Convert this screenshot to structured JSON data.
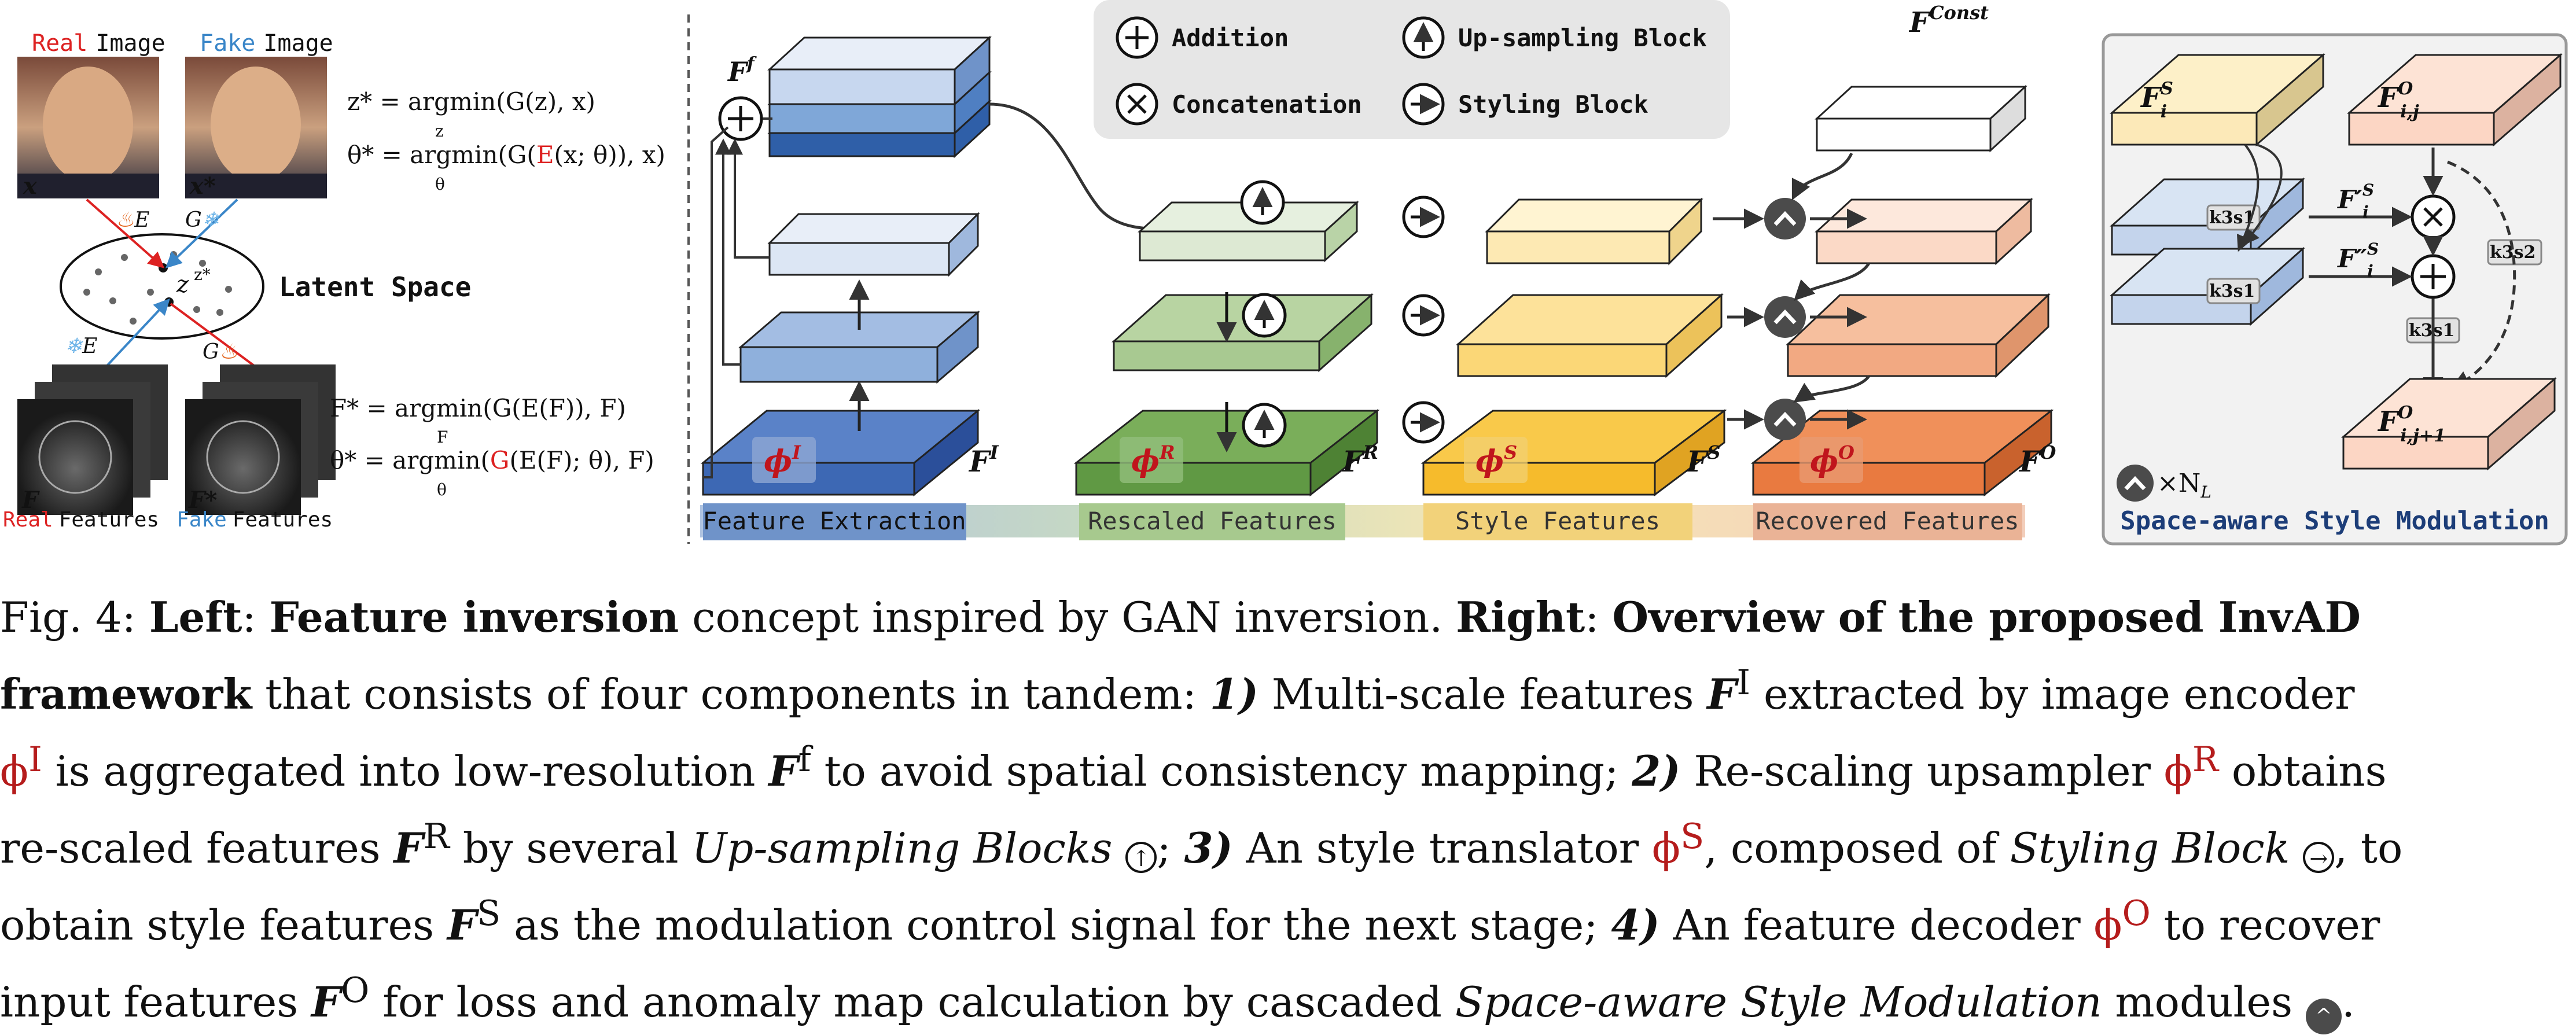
{
  "left_panel": {
    "real_image_word": "Real",
    "real_image_label": "Image",
    "fake_image_word": "Fake",
    "fake_image_label": "Image",
    "x_label": "x",
    "x_star_label": "x*",
    "eq1": "z* = argmin(G(z), x)",
    "eq1_sub": "z",
    "eq2_pre": "θ* = argmin(G(",
    "eq2_red": "E",
    "eq2_post": "(x; θ)), x)",
    "eq2_sub": "θ",
    "latent_space": "Latent Space",
    "z_label": "z",
    "z_star_label": "z*",
    "E_top": "E",
    "G_top": "G",
    "E_bottom": "E",
    "G_bottom": "G",
    "eq3": "F* = argmin(G(E(F)), F)",
    "eq3_sub": "F",
    "eq4_pre": "θ* = argmin(",
    "eq4_red": "G",
    "eq4_post": "(E(F); θ), F)",
    "eq4_sub": "θ",
    "F_label": "F",
    "F_star_label": "F*",
    "real_features_word": "Real",
    "real_features_label": "Features",
    "fake_features_word": "Fake",
    "fake_features_label": "Features"
  },
  "legend": {
    "addition": "Addition",
    "concatenation": "Concatenation",
    "upsampling": "Up-sampling Block",
    "styling": "Styling Block"
  },
  "stages": {
    "extraction": {
      "phi": "ϕ",
      "phi_sup": "I",
      "f_label": "F",
      "f_sup": "I",
      "bottom_label": "Feature Extraction"
    },
    "rescaled": {
      "phi": "ϕ",
      "phi_sup": "R",
      "f_label": "F",
      "f_sup": "R",
      "bottom_label": "Rescaled Features"
    },
    "style": {
      "phi": "ϕ",
      "phi_sup": "S",
      "f_label": "F",
      "f_sup": "S",
      "bottom_label": "Style Features"
    },
    "recovered": {
      "phi": "ϕ",
      "phi_sup": "O",
      "f_label": "F",
      "f_sup": "O",
      "bottom_label": "Recovered Features"
    },
    "ff_label": "F",
    "ff_sup": "f",
    "const_label": "F",
    "const_sup": "Const"
  },
  "ssm": {
    "fs_label": "F",
    "fs_sup": "S",
    "fs_sub": "i",
    "fo_label": "F",
    "fo_sup": "O",
    "fo_sub": "i,j",
    "fo2_label": "F",
    "fo2_sup": "O",
    "fo2_sub": "i,j+1",
    "fps_label": "F′",
    "fps_sup": "S",
    "fps_sub": "i",
    "fpps_label": "F″",
    "fpps_sup": "S",
    "fpps_sub": "i",
    "k3s1": "k3s1",
    "k3s2": "k3s2",
    "nl": "×N",
    "nl_sub": "L",
    "title": "Space-aware Style Modulation"
  },
  "caption": {
    "l1a": "Fig. 4: ",
    "l1b": "Left",
    "l1c": ": ",
    "l1d": "Feature inversion",
    "l1e": " concept inspired by GAN inversion. ",
    "l1f": "Right",
    "l1g": ": ",
    "l1h": "Overview of the proposed InvAD",
    "l2a": "framework",
    "l2b": " that consists of four components in tandem: ",
    "l2c": "1)",
    "l2d": " Multi-scale features ",
    "l2e": "F",
    "l2f": "I",
    "l2g": " extracted by image encoder",
    "l3a": "ϕ",
    "l3b": "I",
    "l3c": " is aggregated into low-resolution ",
    "l3d": "F",
    "l3e": "f",
    "l3f": " to avoid spatial consistency mapping; ",
    "l3g": "2)",
    "l3h": " Re-scaling upsampler ",
    "l3i": "ϕ",
    "l3j": "R",
    "l3k": " obtains",
    "l4a": "re-scaled features ",
    "l4b": "F",
    "l4c": "R",
    "l4d": " by several ",
    "l4e": "Up-sampling Blocks",
    "l4f": "↑",
    "l4g": "; ",
    "l4h": "3)",
    "l4i": " An style translator ",
    "l4j": "ϕ",
    "l4k": "S",
    "l4l": ", composed of ",
    "l4m": "Styling Block",
    "l4n": "→",
    "l4o": ", to",
    "l5a": "obtain style features ",
    "l5b": "F",
    "l5c": "S",
    "l5d": " as the modulation control signal for the next stage; ",
    "l5e": "4)",
    "l5f": " An feature decoder ",
    "l5g": "ϕ",
    "l5h": "O",
    "l5i": " to recover",
    "l6a": "input features ",
    "l6b": "F",
    "l6c": "O",
    "l6d": " for loss and anomaly map calculation by cascaded ",
    "l6e": "Space-aware Style Modulation",
    "l6f": " modules",
    "l6g": "^",
    "l6h": "."
  }
}
